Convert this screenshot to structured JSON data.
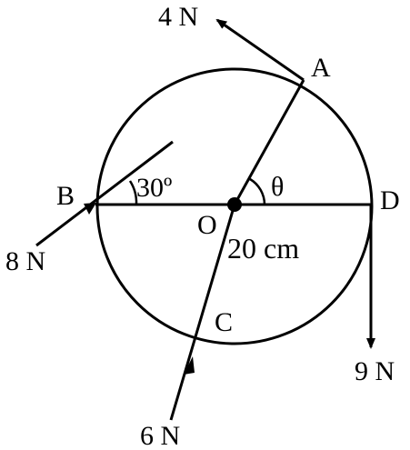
{
  "diagram": {
    "forces": {
      "a": "4 N",
      "b": "8 N",
      "c": "6 N",
      "d": "9 N"
    },
    "points": {
      "a": "A",
      "b": "B",
      "c": "C",
      "d": "D",
      "o": "O"
    },
    "angles": {
      "b": "30º",
      "theta": "θ"
    },
    "radius": "20 cm"
  }
}
